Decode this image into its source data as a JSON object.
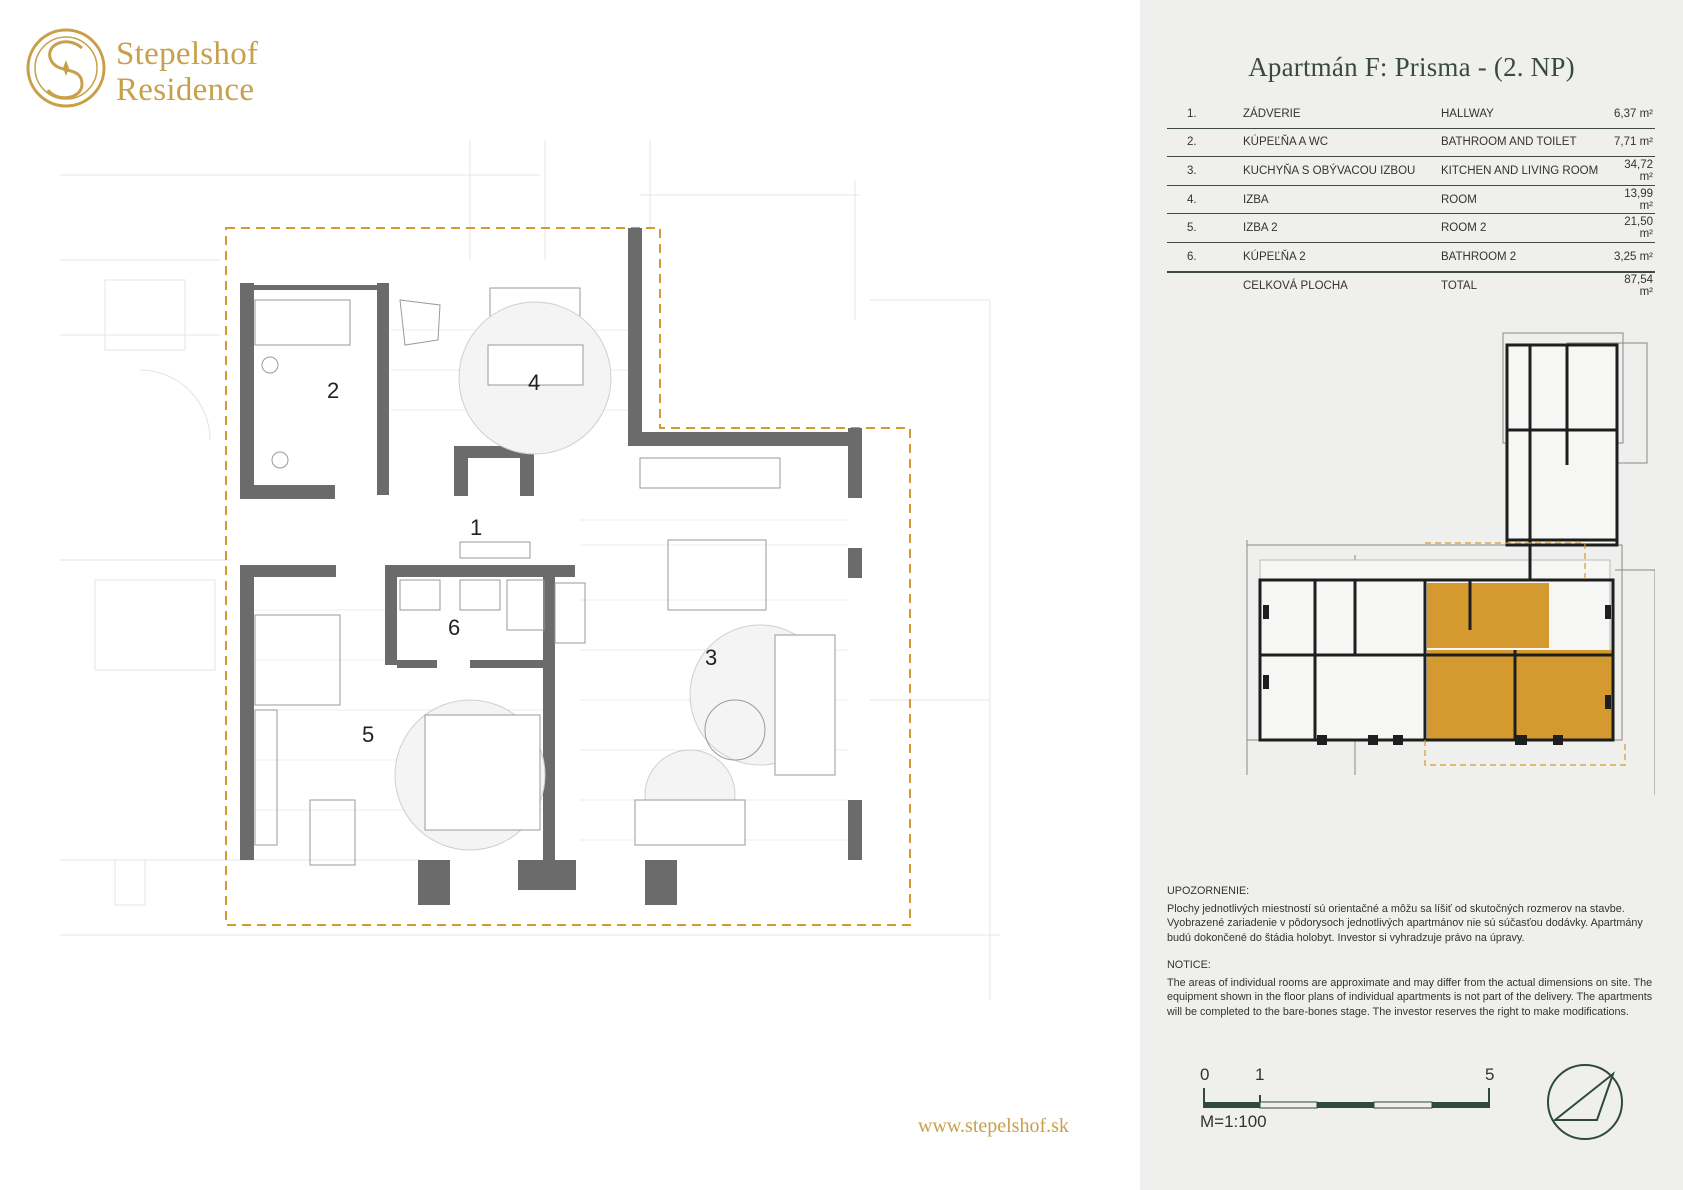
{
  "brand": {
    "name_line1": "Stepelshof",
    "name_line2": "Residence",
    "website": "www.stepelshof.sk",
    "color": "#c9a04a"
  },
  "panel": {
    "title": "Apartmán F: Prisma - (2. NP)",
    "rooms": [
      {
        "num": "1.",
        "name_sk": "ZÁDVERIE",
        "name_en": "HALLWAY",
        "area": "6,37 m²"
      },
      {
        "num": "2.",
        "name_sk": "KÚPEĽŇA A WC",
        "name_en": "BATHROOM AND TOILET",
        "area": "7,71 m²"
      },
      {
        "num": "3.",
        "name_sk": "KUCHYŇA S OBÝVACOU IZBOU",
        "name_en": "KITCHEN AND LIVING ROOM",
        "area": "34,72 m²"
      },
      {
        "num": "4.",
        "name_sk": "IZBA",
        "name_en": "ROOM",
        "area": "13,99 m²"
      },
      {
        "num": "5.",
        "name_sk": "IZBA 2",
        "name_en": "ROOM 2",
        "area": "21,50 m²"
      },
      {
        "num": "6.",
        "name_sk": "KÚPEĽŇA 2",
        "name_en": "BATHROOM 2",
        "area": "3,25 m²"
      }
    ],
    "total": {
      "name_sk": "CELKOVÁ PLOCHA",
      "name_en": "TOTAL",
      "area": "87,54 m²"
    },
    "notice_sk_heading": "UPOZORNENIE:",
    "notice_sk_text": "Plochy jednotlivých miestností sú orientačné a môžu sa líšiť od skutočných rozmerov na stavbe. Vyobrazené zariadenie v pôdorysoch jednotlivých apartmánov nie sú súčasťou dodávky. Apartmány budú dokončené do štádia holobyt. Investor si vyhradzuje právo na úpravy.",
    "notice_en_heading": "NOTICE:",
    "notice_en_text": "The areas of individual rooms are approximate and may differ from the actual dimensions on site. The equipment shown in the floor plans of individual apartments is not part of the delivery. The apartments will be completed to the bare-bones stage. The investor reserves the right to make modifications.",
    "scale": {
      "tick_0": "0",
      "tick_1": "1",
      "tick_5": "5",
      "ratio": "M=1:100"
    }
  },
  "plan": {
    "room_labels": [
      "1",
      "2",
      "3",
      "4",
      "5",
      "6"
    ],
    "highlight_color": "#d59a2f",
    "wall_color": "#6b6b6b"
  }
}
